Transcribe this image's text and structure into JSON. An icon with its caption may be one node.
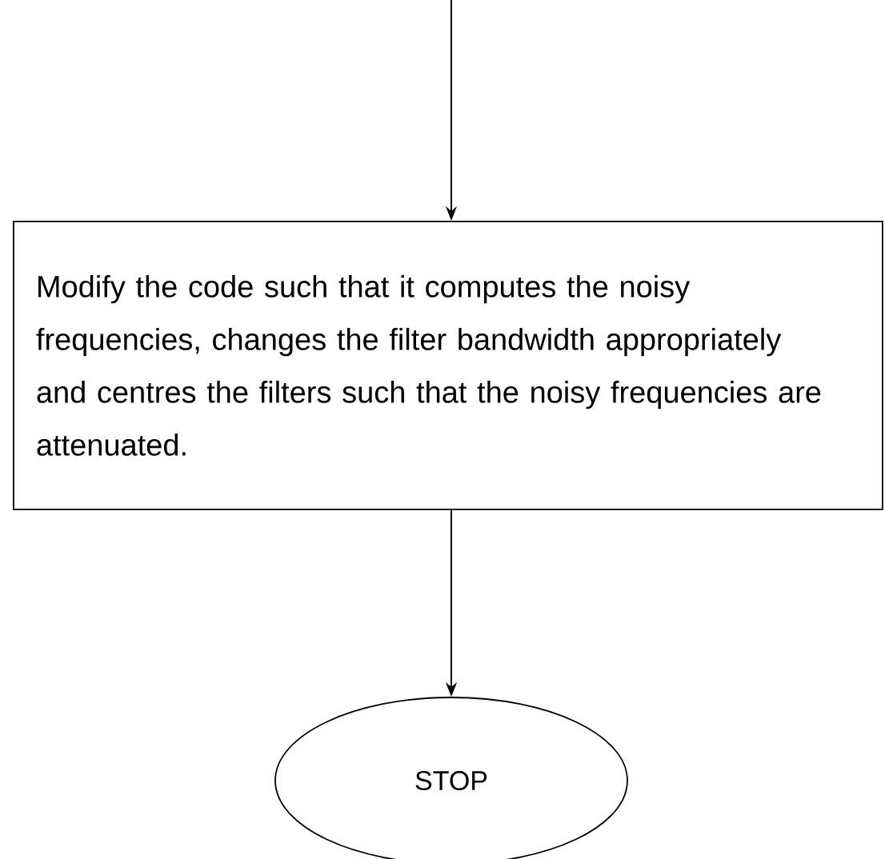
{
  "diagram": {
    "nodes": [
      {
        "text": [
          "Modify the code such that it computes the noisy frequencies, changes the filter bandwidth appropriately and centres the filters such that the noisy frequencies are attenuated."
        ]
      },
      {
        "text": [
          "STOP"
        ]
      }
    ],
    "edges": [
      {
        "from": null,
        "to": 0,
        "arrow": "to"
      },
      {
        "from": 0,
        "to": 1,
        "arrow": "to"
      }
    ]
  }
}
